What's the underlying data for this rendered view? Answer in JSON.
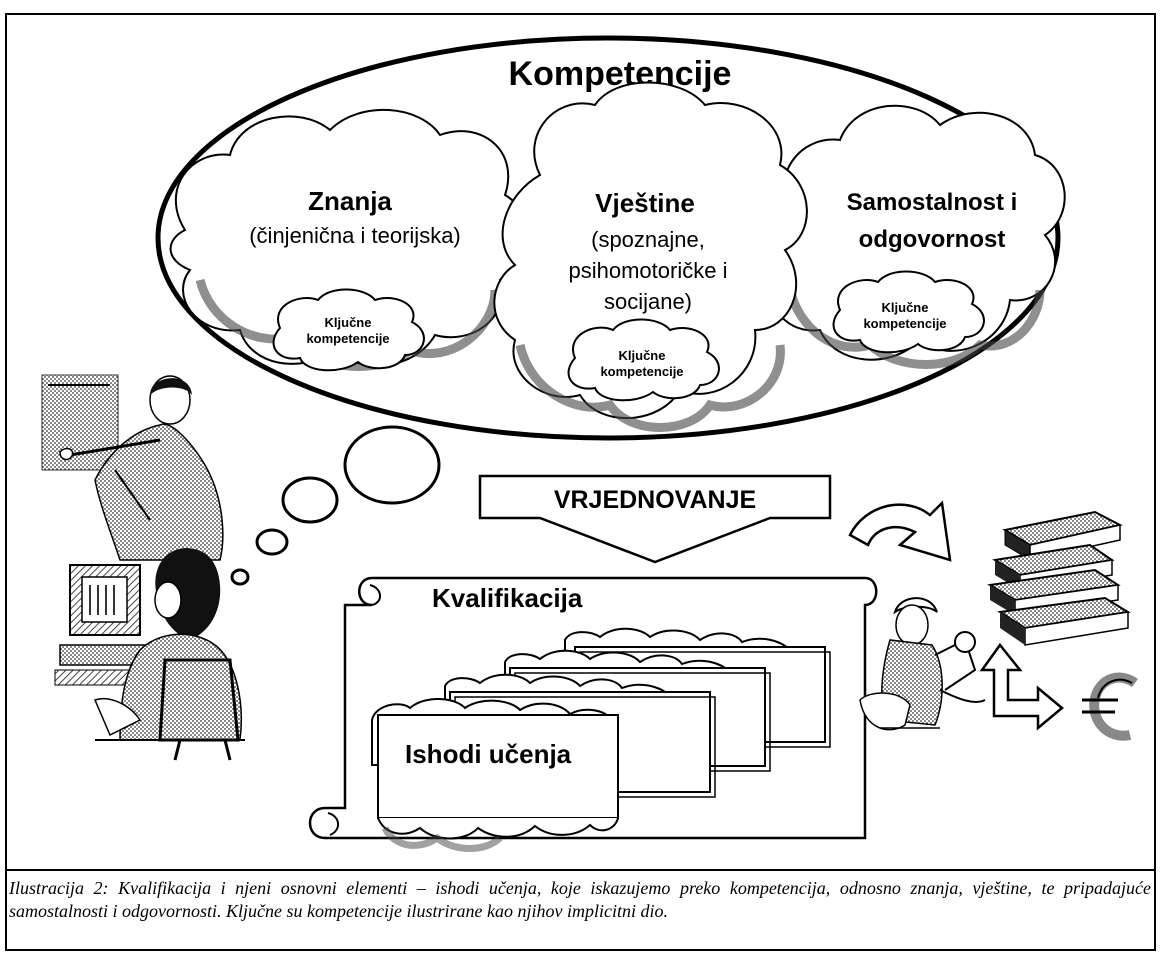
{
  "diagram": {
    "competencies_title": "Kompetencije",
    "knowledge": {
      "title": "Znanja",
      "subtitle": "(činjenična i teorijska)"
    },
    "skills": {
      "title": "Vještine",
      "line1": "(spoznajne,",
      "line2": "psihomotoričke i",
      "line3": "socijane)"
    },
    "autonomy": {
      "line1": "Samostalnost i",
      "line2": "odgovornost"
    },
    "key_competencies": {
      "line1": "Ključne",
      "line2": "kompetencije"
    },
    "evaluation_label": "VRJEDNOVANJE",
    "qualification_label": "Kvalifikacija",
    "learning_outcomes_label": "Ishodi učenja",
    "icons": [
      "teacher-at-board-clipart",
      "student-at-computer-clipart",
      "worker-with-tools-clipart",
      "stacked-books-clipart",
      "curved-arrow-icon",
      "double-arrow-icon",
      "euro-symbol-icon"
    ]
  },
  "caption": {
    "text": "Ilustracija 2: Kvalifikacija i njeni osnovni elementi – ishodi učenja, koje iskazujemo preko kompetencija, odnosno znanja, vještine, te pripadajuće samostalnosti i odgovornosti. Ključne su kompetencije ilustrirane kao njihov implicitni dio."
  }
}
